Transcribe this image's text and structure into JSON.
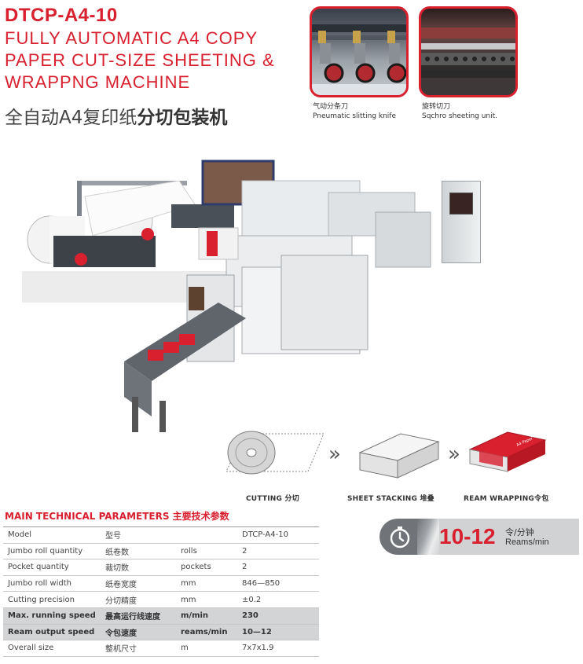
{
  "header": {
    "model": "DTCP-A4-10",
    "title_en_lines": [
      "FULLY AUTOMATIC A4 COPY",
      "PAPER CUT-SIZE SHEETING &",
      "WRAPPNG MACHINE"
    ],
    "title_cn_normal": "全自动A4复印纸",
    "title_cn_bold": "分切包装机"
  },
  "thumbnails": [
    {
      "cap_cn": "气动分条刀",
      "cap_en": "Pneumatic slitting knife"
    },
    {
      "cap_cn": "旋转切刀",
      "cap_en": "Sqchro sheeting unit."
    }
  ],
  "process": {
    "steps": [
      "CUTTING 分切",
      "SHEET STACKING 堆叠",
      "REAM WRAPPING令包"
    ],
    "ream_label": "A4 Paper"
  },
  "params": {
    "title": "MAIN TECHNICAL PARAMETERS 主要技术参数",
    "rows": [
      {
        "en": "Model",
        "cn": "型号",
        "unit": "",
        "value": "DTCP-A4-10",
        "highlight": false
      },
      {
        "en": "Jumbo roll quantity",
        "cn": "纸卷数",
        "unit": "rolls",
        "value": "2",
        "highlight": false
      },
      {
        "en": "Pocket quantity",
        "cn": "裁切数",
        "unit": "pockets",
        "value": "2",
        "highlight": false
      },
      {
        "en": "Jumbo roll width",
        "cn": "纸卷宽度",
        "unit": "mm",
        "value": "846—850",
        "highlight": false
      },
      {
        "en": "Cutting precision",
        "cn": "分切精度",
        "unit": "mm",
        "value": "±0.2",
        "highlight": false
      },
      {
        "en": "Max. running speed",
        "cn": "最高运行线速度",
        "unit": "m/min",
        "value": "230",
        "highlight": true
      },
      {
        "en": "Ream output speed",
        "cn": "令包速度",
        "unit": "reams/min",
        "value": "10—12",
        "highlight": true
      },
      {
        "en": "Overall size",
        "cn": "整机尺寸",
        "unit": "m",
        "value": "7x7x1.9",
        "highlight": false
      }
    ]
  },
  "speed": {
    "value": "10-12",
    "unit_cn": "令/分钟",
    "unit_en": "Reams/min"
  },
  "colors": {
    "accent": "#d8202f",
    "band": "#d2d4d6",
    "badge_dark": "#707478"
  }
}
